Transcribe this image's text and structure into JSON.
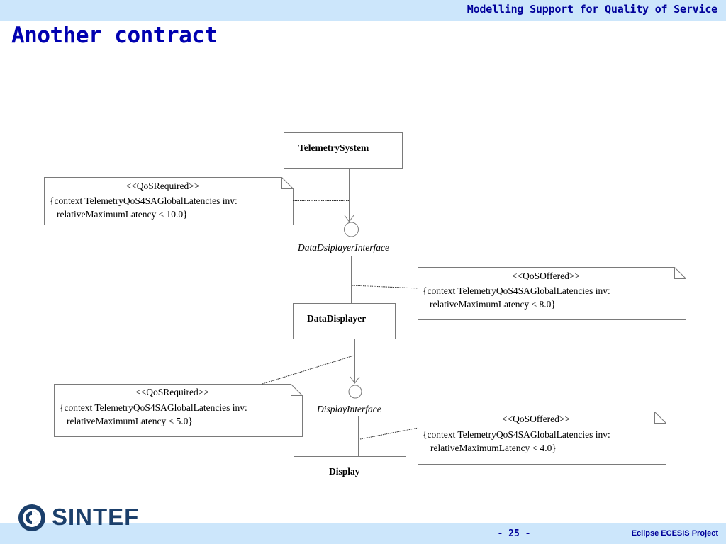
{
  "header": {
    "title": "Modelling Support for Quality of Service"
  },
  "slide": {
    "title": "Another contract"
  },
  "diagram": {
    "components": {
      "telemetry_system": "TelemetrySystem",
      "data_displayer": "DataDisplayer",
      "display": "Display"
    },
    "interfaces": {
      "data_displayer_interface": "DataDsiplayerInterface",
      "display_interface": "DisplayInterface"
    },
    "notes": {
      "note1": {
        "stereotype": "<<QoSRequired>>",
        "line1": "{context TelemetryQoS4SAGlobalLatencies inv:",
        "line2": "relativeMaximumLatency < 10.0}"
      },
      "note2": {
        "stereotype": "<<QoSOffered>>",
        "line1": "{context TelemetryQoS4SAGlobalLatencies inv:",
        "line2": "relativeMaximumLatency < 8.0}"
      },
      "note3": {
        "stereotype": "<<QoSRequired>>",
        "line1": "{context TelemetryQoS4SAGlobalLatencies inv:",
        "line2": "relativeMaximumLatency < 5.0}"
      },
      "note4": {
        "stereotype": "<<QoSOffered>>",
        "line1": "{context TelemetryQoS4SAGlobalLatencies inv:",
        "line2": "relativeMaximumLatency < 4.0}"
      }
    }
  },
  "footer": {
    "logo_text": "SINTEF",
    "page_number": "- 25 -",
    "project": "Eclipse ECESIS Project"
  }
}
